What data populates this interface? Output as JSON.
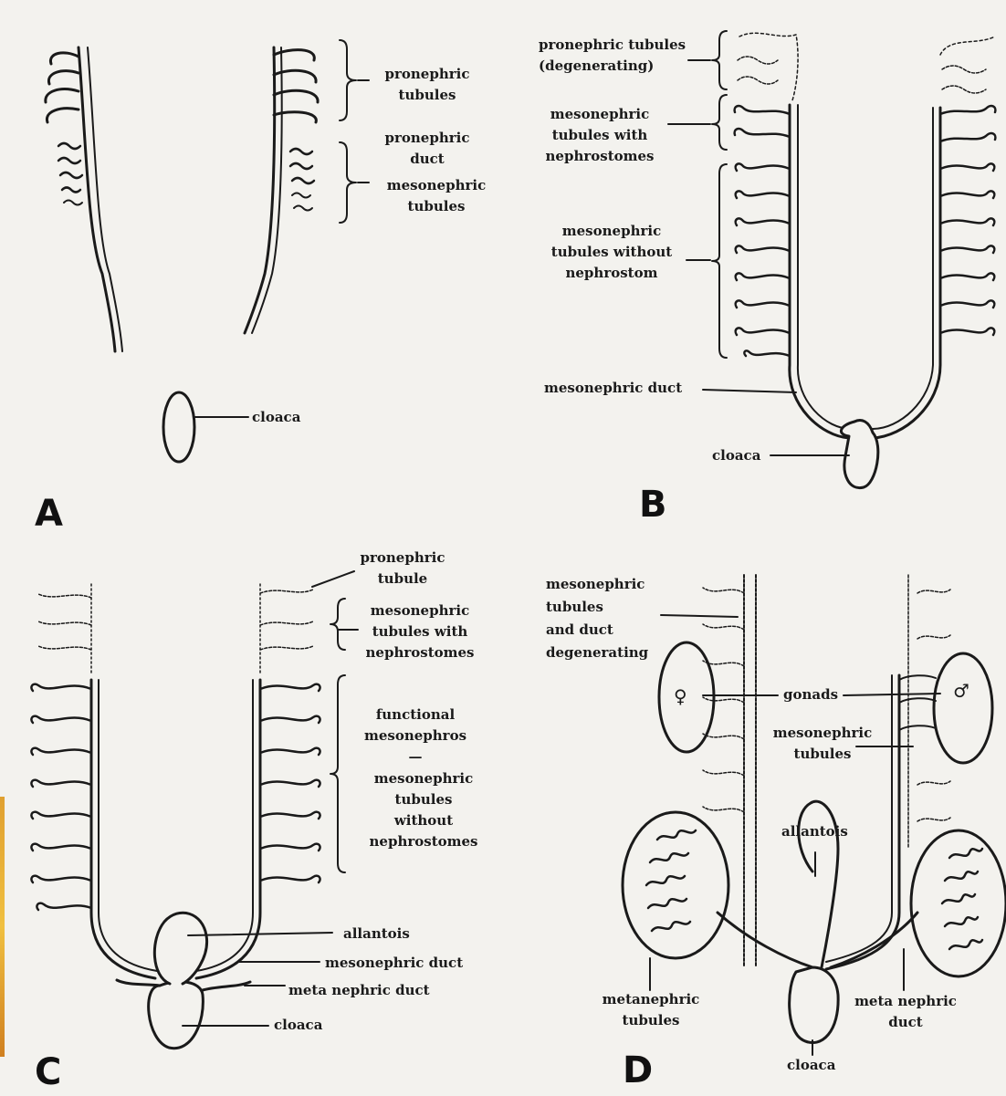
{
  "panels": {
    "A": {
      "letter": "A",
      "labels": {
        "pronephric_tubules": "pronephric\ntubules",
        "pronephric_duct": "pronephric\nduct",
        "mesonephric_tubules": "mesonephric\ntubules",
        "cloaca": "cloaca"
      }
    },
    "B": {
      "letter": "B",
      "labels": {
        "pronephric_degenerating": "pronephric tubules\n(degenerating)",
        "mesonephric_with_nephrostomes": "mesonephric\ntubules with\nnephrostomes",
        "mesonephric_without": "mesonephric\ntubules without\nnephrostom",
        "mesonephric_duct": "mesonephric duct",
        "cloaca": "cloaca"
      }
    },
    "C": {
      "letter": "C",
      "labels": {
        "pronephric_tubule": "pronephric\ntubule",
        "mesonephric_with_nephrostomes": "mesonephric\ntubules with\nnephrostomes",
        "functional_mesonephros": "functional\nmesonephros",
        "dash": "—",
        "mesonephric_without": "mesonephric\ntubules\nwithout\nnephrostomes",
        "allantois": "allantois",
        "mesonephric_duct": "mesonephric duct",
        "metanephric_duct": "meta nephric duct",
        "cloaca": "cloaca"
      }
    },
    "D": {
      "letter": "D",
      "labels": {
        "mesonephric_degenerating": "mesonephric\ntubules\nand duct\ndegenerating",
        "gonads": "gonads",
        "female_symbol": "♀",
        "male_symbol": "♂",
        "mesonephric_tubules": "mesonephric\ntubules",
        "allantois": "allantois",
        "metanephric_tubules": "metanephric\ntubules",
        "metanephric_duct": "meta nephric\nduct",
        "cloaca": "cloaca"
      }
    }
  }
}
